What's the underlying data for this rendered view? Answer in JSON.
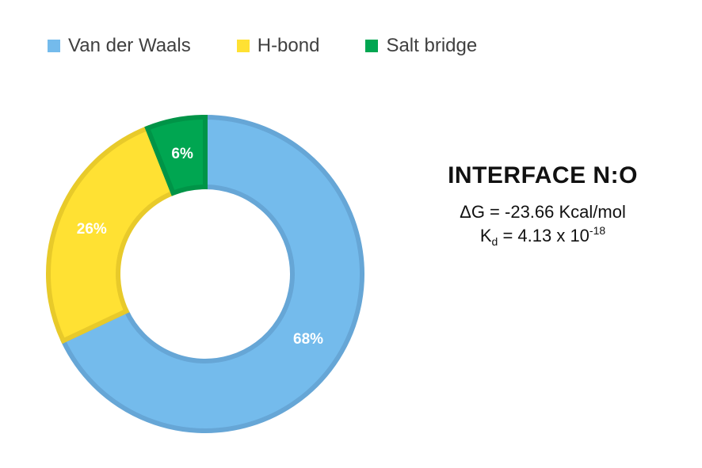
{
  "chart_data": {
    "type": "pie",
    "subtype": "donut",
    "categories": [
      "Van der Waals",
      "H-bond",
      "Salt bridge"
    ],
    "values": [
      68,
      26,
      6
    ],
    "value_labels": [
      "68%",
      "26%",
      "6%"
    ],
    "colors": [
      "#74BBEC",
      "#FFE133",
      "#00A651"
    ],
    "border_colors": [
      "#66A6D6",
      "#E8CA2A",
      "#009447"
    ],
    "legend_position": "top"
  },
  "info": {
    "title": "INTERFACE N:O",
    "dg_text": "ΔG = -23.66 Kcal/mol",
    "kd_prefix": "K",
    "kd_sub": "d",
    "kd_value": " = 4.13 x 10",
    "kd_exp": "-18"
  }
}
